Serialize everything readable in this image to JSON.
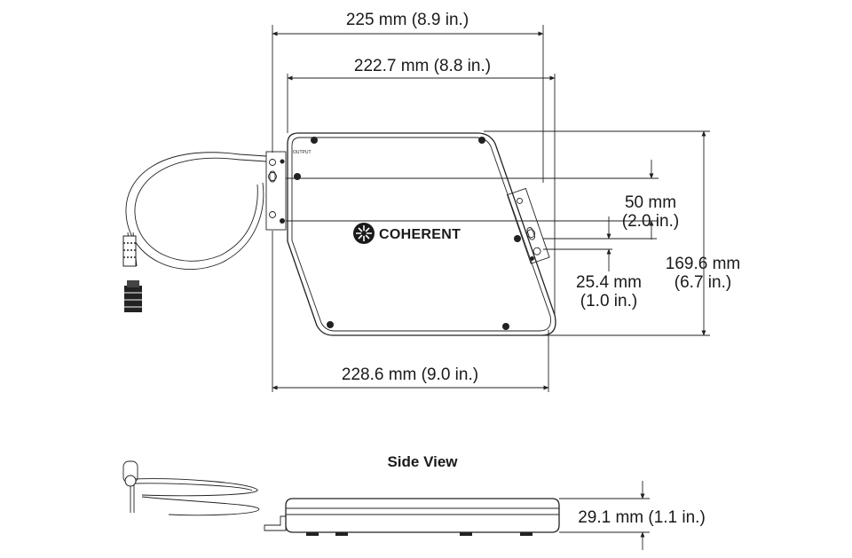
{
  "top_view": {
    "dimensions": {
      "overall_width": "225 mm (8.9 in.)",
      "body_width": "222.7 mm (8.8 in.)",
      "base_width": "228.6 mm (9.0 in.)",
      "port_spacing_mm": "50 mm",
      "port_spacing_in": "(2.0 in.)",
      "port_offset_mm": "25.4 mm",
      "port_offset_in": "(1.0 in.)",
      "height_mm": "169.6 mm",
      "height_in": "(6.7 in.)"
    },
    "logo_text": "COHERENT",
    "output_label": "OUTPUT"
  },
  "side_view": {
    "title": "Side View",
    "thickness": "29.1 mm (1.1 in.)"
  }
}
